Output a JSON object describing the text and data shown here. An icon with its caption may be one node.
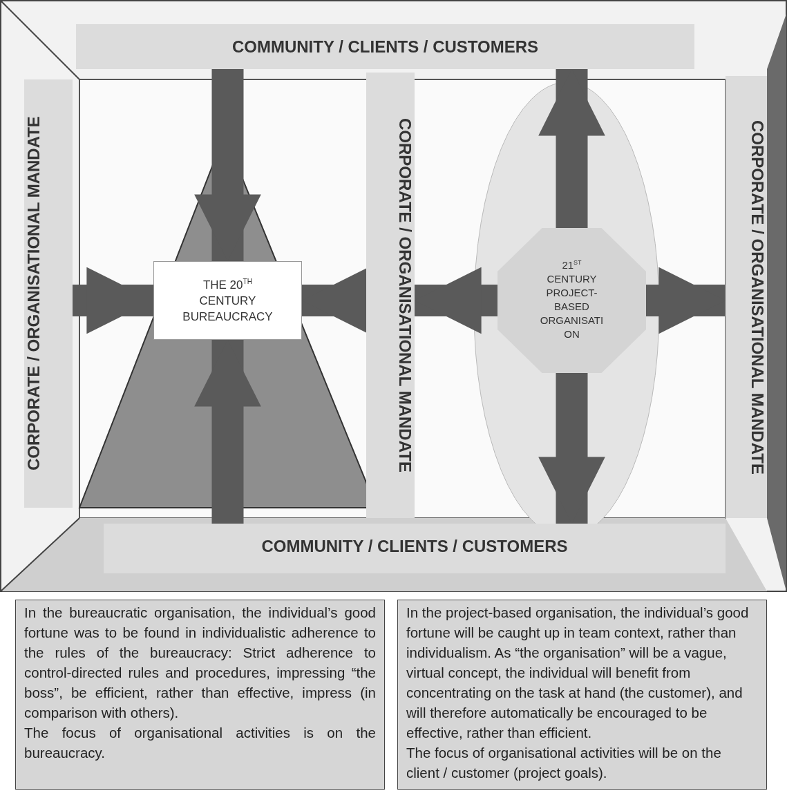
{
  "diagram": {
    "nodes": [
      {
        "text": [
          "COMMUNITY / CLIENTS / CUSTOMERS"
        ]
      },
      {
        "text": [
          "CORPORATE / ORGANISATIONAL MANDATE"
        ]
      },
      {
        "text": [
          "THE 20$^{TH}$ CENTURY BUREAUCRACY"
        ]
      },
      {
        "text": [
          "CORPORATE / ORGANISATIONAL MANDATE"
        ]
      },
      {
        "text": [
          "21$^{ST}$ CENTURY PROJECT-BASED ORGANISATI ON"
        ]
      },
      {
        "text": [
          "CORPORATE / ORGANISATIONAL MANDATE"
        ]
      },
      {
        "text": [
          "COMMUNITY / CLIENTS / CUSTOMERS"
        ]
      },
      {
        "text": [
          "In the bureaucratic organisation, the individual’s good fortune was to be found in individualistic adherence to the rules of the bureaucracy: Strict adherence to control-directed rules and procedures, impressing “the boss”, be efficient, rather than effective, impress (in comparison with others).",
          "The focus of organisational activities is on the bureaucracy."
        ]
      },
      {
        "text": [
          "In the project-based organisation, the individual’s good fortune will be caught up in team context, rather than individualism. As “the organisation” will be a vague, virtual concept, the individual will benefit from concentrating on the task at hand (the customer), and will therefore automatically be encouraged to be effective, rather than efficient.",
          "The focus of organisational activities will be on the client / customer (project goals)."
        ]
      }
    ],
    "edges": [
      {
        "from": 0,
        "to": 2,
        "arrow": "to"
      },
      {
        "from": 1,
        "to": 2,
        "arrow": "to"
      },
      {
        "from": 3,
        "to": 2,
        "arrow": "to"
      },
      {
        "from": 6,
        "to": 2,
        "arrow": "to"
      },
      {
        "from": 4,
        "to": 0,
        "arrow": "to"
      },
      {
        "from": 4,
        "to": 5,
        "arrow": "to"
      },
      {
        "from": 4,
        "to": 6,
        "arrow": "to"
      },
      {
        "from": 4,
        "to": 3,
        "arrow": "to"
      }
    ]
  }
}
